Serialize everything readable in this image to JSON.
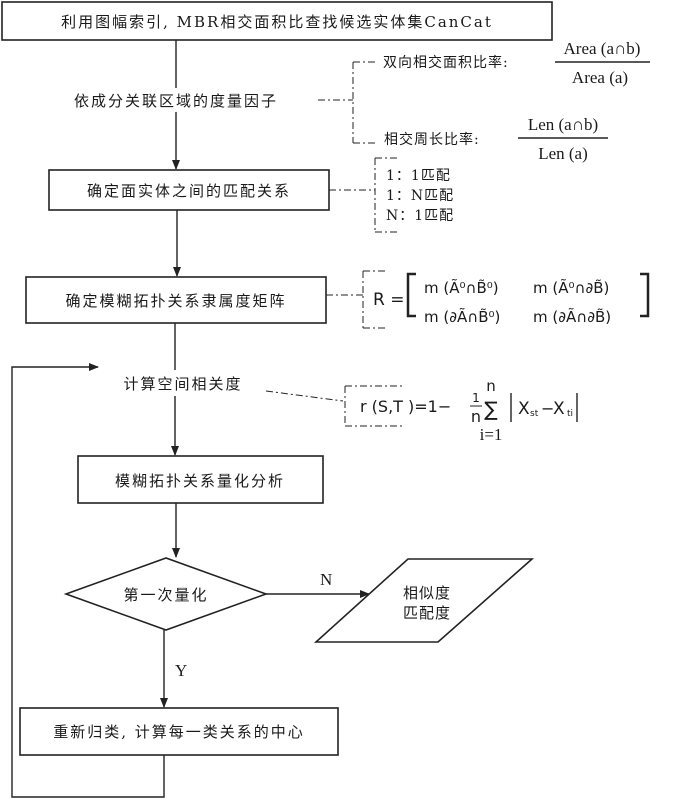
{
  "steps": {
    "step1": "利用图幅索引, MBR相交面积比查找候选实体集CanCat",
    "step2": "依成分关联区域的度量因子",
    "step3": "确定面实体之间的匹配关系",
    "step4": "确定模糊拓扑关系隶属度矩阵",
    "step5": "计算空间相关度",
    "step6": "模糊拓扑关系量化分析",
    "decision": "第一次量化",
    "output_line1": "相似度",
    "output_line2": "匹配度",
    "step7": "重新归类, 计算每一类关系的中心"
  },
  "branches": {
    "no": "N",
    "yes": "Y"
  },
  "measures": {
    "area_label": "双向相交面积比率:",
    "area_numerator": "Area (a∩b)",
    "area_denominator": "Area (a)",
    "len_label": "相交周长比率:",
    "len_numerator": "Len (a∩b)",
    "len_denominator": "Len (a)"
  },
  "matching_types": [
    "1：1匹配",
    "1：N匹配",
    "N：1匹配"
  ],
  "matrix": {
    "lhs": "R =",
    "r1c1": "m (Ã⁰∩B̃⁰)",
    "r1c2": "m (Ã⁰∩∂B̃)",
    "r2c1": "m (∂Ã∩B̃⁰)",
    "r2c2": "m (∂Ã∩∂B̃)"
  },
  "correlation": {
    "lhs": "r (S,T )=1−",
    "frac_num": "1",
    "frac_den": "n",
    "sum_upper": "n",
    "sum_symbol": "∑",
    "sum_lower": "i=1",
    "term": "X",
    "sub1": "st",
    "minus": "−",
    "sub2": "ti"
  }
}
